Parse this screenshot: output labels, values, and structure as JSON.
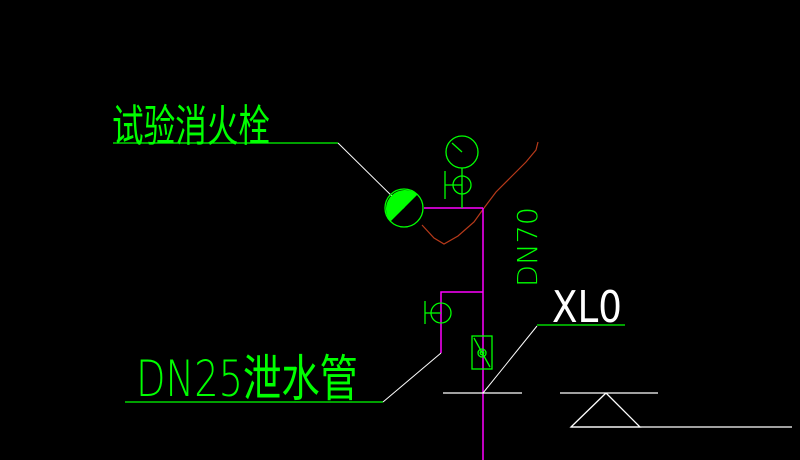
{
  "drawing": {
    "type": "CAD fire-protection riser detail",
    "background": "#000000",
    "colors": {
      "annotation": "#00ff00",
      "pipe": "#ff00ff",
      "leader": "#ffffff",
      "wall": "#b83a1a"
    }
  },
  "labels": {
    "test_hydrant": "试验消火栓",
    "drain_pipe": "DN25泄水管",
    "riser_size": "DN70",
    "riser_id": "XL0"
  }
}
